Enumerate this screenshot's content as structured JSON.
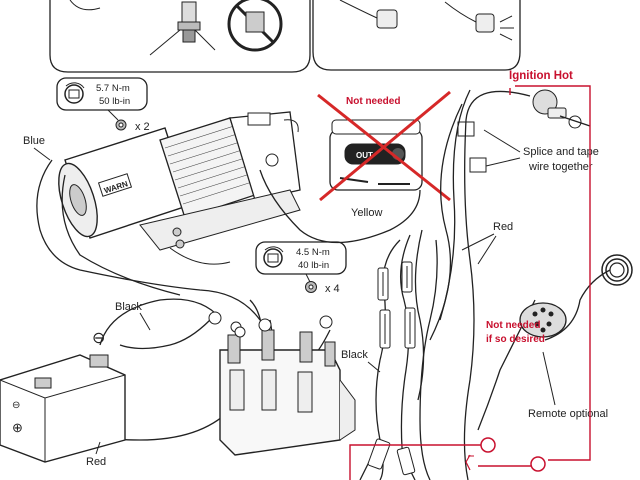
{
  "labels": {
    "blue": "Blue",
    "black_battery": "Black",
    "black_lower": "Black",
    "red_bottom": "Red",
    "red_mid": "Red",
    "yellow": "Yellow",
    "ignition_hot": "Ignition Hot",
    "splice_line1": "Splice and tape",
    "splice_line2": "wire together",
    "not_needed": "Not needed",
    "not_needed2_line1": "Not needed",
    "not_needed2_line2": "if so desired",
    "remote_optional": "Remote optional",
    "out_button": "OUT"
  },
  "torque_top": {
    "nm": "5.7 N-m",
    "lbin": "50 lb-in",
    "qty": "x 2"
  },
  "torque_mid": {
    "nm": "4.5 N-m",
    "lbin": "40 lb-in",
    "qty": "x 4"
  },
  "battery_terminals": {
    "neg": "⊖",
    "pos": "⊕"
  },
  "winch_brand": "WARN",
  "colors": {
    "line": "#222222",
    "accent_red": "#c8102e",
    "cross_red": "#d62828"
  },
  "icons": [
    "torque-wrench-icon",
    "bolt-icon",
    "no-bolt-icon",
    "winch-icon",
    "battery-icon",
    "solenoid-icon",
    "switch-icon",
    "plug-icon",
    "ring-terminal-icon"
  ]
}
